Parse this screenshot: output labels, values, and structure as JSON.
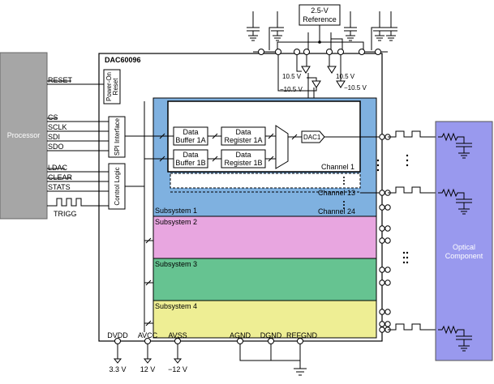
{
  "reference": {
    "line1": "2.5-V",
    "line2": "Reference"
  },
  "chip": {
    "name": "DAC60096",
    "power_on_reset": {
      "line1": "Power-On",
      "line2": "Reset"
    },
    "spi_interface": "SPI Interface",
    "control_logic": "Control Logic",
    "data_buffer_1a": {
      "line1": "Data",
      "line2": "Buffer 1A"
    },
    "data_register_1a": {
      "line1": "Data",
      "line2": "Register 1A"
    },
    "data_buffer_1b": {
      "line1": "Data",
      "line2": "Buffer 1B"
    },
    "data_register_1b": {
      "line1": "Data",
      "line2": "Register 1B"
    },
    "dac": "DAC1",
    "channel_1": "Channel 1",
    "channel_13": "Channel 13",
    "channel_24": "Channel 24",
    "subsystems": [
      "Subsystem 1",
      "Subsystem 2",
      "Subsystem 3",
      "Subsystem 4"
    ],
    "supply_top": {
      "pos_left": "10.5 V",
      "neg_left": "−10.5 V",
      "pos_right": "10.5 V",
      "neg_right": "−10.5 V"
    },
    "bottom_pins": [
      "DVDD",
      "AVCC",
      "AVSS",
      "AGND",
      "DGND",
      "REFGND"
    ],
    "supply_values": [
      "3.3 V",
      "12 V",
      "−12 V"
    ]
  },
  "processor": {
    "label": "Processor",
    "signals": [
      "RESET",
      "CS",
      "SCLK",
      "SDI",
      "SDO",
      "LDAC",
      "CLEAR",
      "STATS",
      "TRIGG"
    ]
  },
  "optical": {
    "line1": "Optical",
    "line2": "Component"
  },
  "colors": {
    "processor": "#a6a6a6",
    "subsystem_1": "#7fb1e0",
    "subsystem_2": "#e8a6e0",
    "subsystem_3": "#66c391",
    "subsystem_4": "#eeee94",
    "optical": "#9999ee"
  }
}
